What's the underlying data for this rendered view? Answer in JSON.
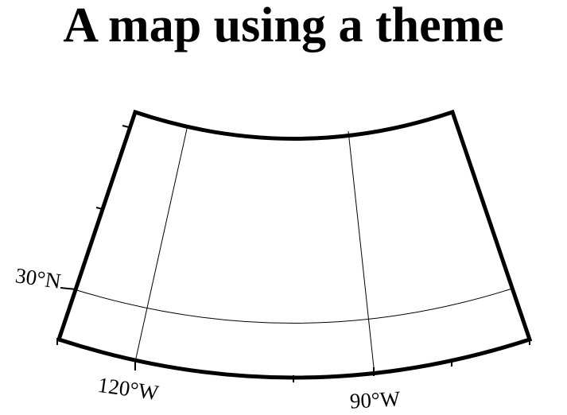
{
  "title": "A map using a theme",
  "map": {
    "projection": "conic",
    "frame_color": "#000000",
    "background": "#ffffff",
    "gridlines": {
      "longitudes": [
        "120°W",
        "90°W"
      ],
      "latitudes": [
        "30°N"
      ]
    },
    "labels": {
      "lat_30n": "30°N",
      "lon_120w": "120°W",
      "lon_90w": "90°W"
    }
  }
}
